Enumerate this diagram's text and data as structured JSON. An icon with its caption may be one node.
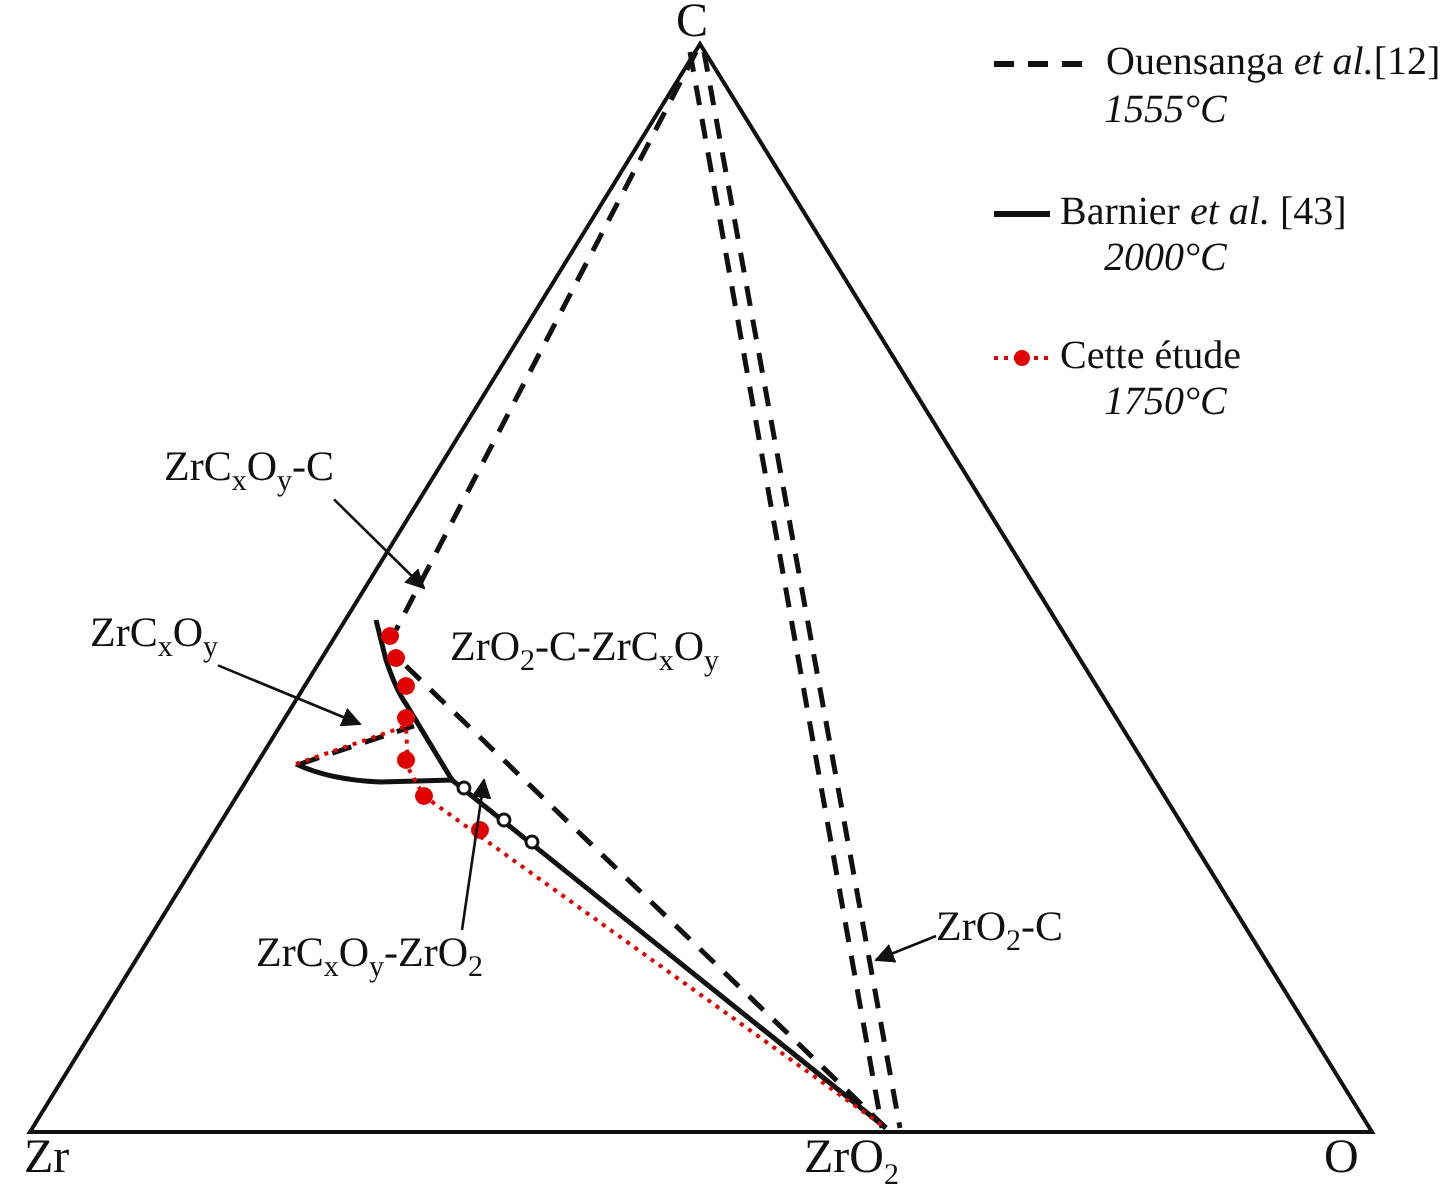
{
  "diagram": {
    "nodes": [
      {
        "text": [
          "ZrC$_{x}$O$_{y}$-C"
        ]
      },
      {
        "text": [
          "ZrC$_{x}$O$_{y}$"
        ]
      },
      {
        "text": [
          "ZrC$_{x}$O$_{y}$-ZrO$_{2}$"
        ]
      },
      {
        "text": [
          "ZrO$_{2}$-C"
        ]
      }
    ],
    "edges": [
      {
        "from": 0,
        "to": null,
        "arrow": "to"
      },
      {
        "from": 1,
        "to": null,
        "arrow": "to"
      },
      {
        "from": 2,
        "to": null,
        "arrow": "to"
      },
      {
        "from": 3,
        "to": null,
        "arrow": "to"
      }
    ],
    "labels": [
      "C",
      "1555°C",
      "2000°C",
      "1750°C",
      "ZrO$_{2}$-C-ZrC$_{x}$O$_{y}$",
      "Zr",
      "ZrO$_{2}$",
      "O"
    ],
    "legend": [
      {
        "text": "Ouensanga *et al.*[12]"
      },
      {
        "text": "Barnier *et al.* [43]"
      },
      {
        "text": "Cette étude"
      }
    ]
  }
}
